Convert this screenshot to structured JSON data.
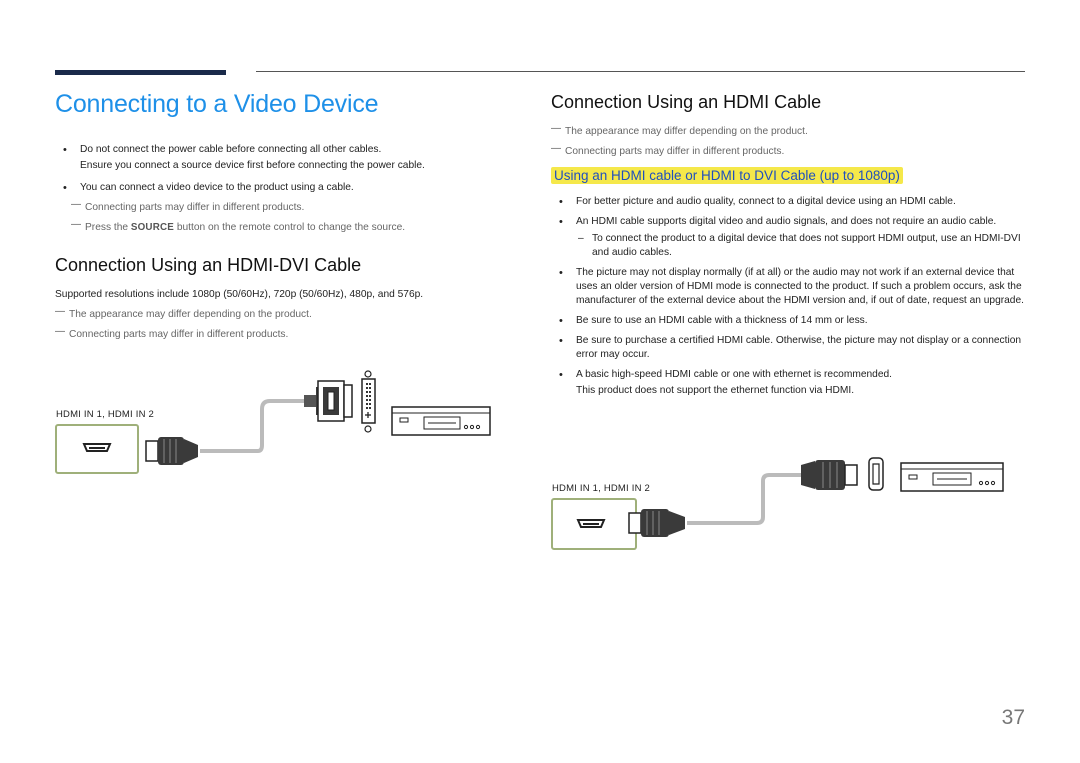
{
  "page": {
    "title": "Connecting to a Video Device",
    "page_number": "37"
  },
  "left": {
    "bullets": [
      {
        "line1": "Do not connect the power cable before connecting all other cables.",
        "line2": "Ensure you connect a source device first before connecting the power cable."
      },
      {
        "line1": "You can connect a video device to the product using a cable.",
        "line2": ""
      }
    ],
    "notes": [
      {
        "text": "Connecting parts may differ in different products."
      },
      {
        "pre": "Press the ",
        "keyword": "SOURCE",
        "post": " button on the remote control to change the source."
      }
    ],
    "section_title": "Connection Using an HDMI-DVI Cable",
    "resolutions": "Supported resolutions include 1080p (50/60Hz), 720p (50/60Hz), 480p, and 576p.",
    "section_notes": [
      "The appearance may differ depending on the product.",
      "Connecting parts may differ in different products."
    ],
    "port_label": "HDMI IN 1, HDMI IN 2"
  },
  "right": {
    "section_title": "Connection Using an HDMI Cable",
    "notes": [
      "The appearance may differ depending on the product.",
      "Connecting parts may differ in different products."
    ],
    "subheading": "Using an HDMI cable or HDMI to DVI Cable (up to 1080p)",
    "bullets": [
      {
        "text": "For better picture and audio quality, connect to a digital device using an HDMI cable."
      },
      {
        "text": "An HDMI cable supports digital video and audio signals, and does not require an audio cable.",
        "sub": "To connect the product to a digital device that does not support HDMI output, use an HDMI-DVI and audio cables."
      },
      {
        "text": "The picture may not display normally (if at all) or the audio may not work if an external device that uses an older version of HDMI mode is connected to the product. If such a problem occurs, ask the manufacturer of the external device about the HDMI version and, if out of date, request an upgrade."
      },
      {
        "text": "Be sure to use an HDMI cable with a thickness of 14 mm or less."
      },
      {
        "text": "Be sure to purchase a certified HDMI cable. Otherwise, the picture may not display or a connection error may occur."
      },
      {
        "text": "A basic high-speed HDMI cable or one with ethernet is recommended."
      }
    ],
    "after_bullets": "This product does not support the ethernet function via HDMI.",
    "port_label": "HDMI IN 1, HDMI IN 2"
  },
  "colors": {
    "title_blue": "#1e90e8",
    "highlight_yellow": "#f5e84a",
    "subhead_blue": "#1f4fbf",
    "port_frame_green": "#9fb07a",
    "rule_navy": "#1a2a4a"
  },
  "icons": {
    "note_mark": "dash-note-icon",
    "hdmi_port": "hdmi-port-icon",
    "hdmi_plug": "hdmi-plug-icon",
    "dvi_plug": "dvi-plug-icon",
    "dvi_port": "dvi-port-icon",
    "video_device": "video-player-icon"
  }
}
